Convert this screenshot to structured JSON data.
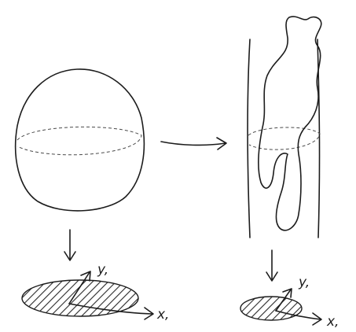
{
  "left_figure": {
    "axis_x_label": "x,",
    "axis_y_label": "y,"
  },
  "right_figure": {
    "axis_x_label": "x,",
    "axis_y_label": "y,"
  },
  "colors": {
    "ink": "#1c1c1c",
    "hatch_fill": "#8a8a8a",
    "background": "#ffffff"
  }
}
